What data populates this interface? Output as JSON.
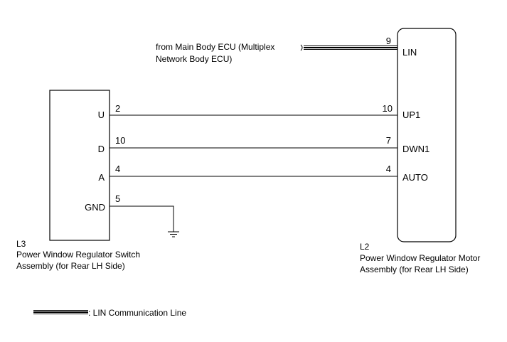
{
  "source_label": {
    "line1": "from Main Body ECU (Multiplex",
    "line2": "Network Body ECU)"
  },
  "left_component": {
    "id": "L3",
    "name_line1": "Power Window Regulator Switch",
    "name_line2": "Assembly (for Rear LH Side)",
    "terminals": [
      {
        "label": "U",
        "pin": "2"
      },
      {
        "label": "D",
        "pin": "10"
      },
      {
        "label": "A",
        "pin": "4"
      },
      {
        "label": "GND",
        "pin": "5"
      }
    ]
  },
  "right_component": {
    "id": "L2",
    "name_line1": "Power Window Regulator Motor",
    "name_line2": "Assembly (for Rear LH Side)",
    "terminals": [
      {
        "label": "LIN",
        "pin": "9"
      },
      {
        "label": "UP1",
        "pin": "10"
      },
      {
        "label": "DWN1",
        "pin": "7"
      },
      {
        "label": "AUTO",
        "pin": "4"
      }
    ]
  },
  "legend": {
    "text": ": LIN Communication Line",
    "line_type": "LIN"
  },
  "colors": {
    "wire": "#000000",
    "background": "#ffffff"
  }
}
